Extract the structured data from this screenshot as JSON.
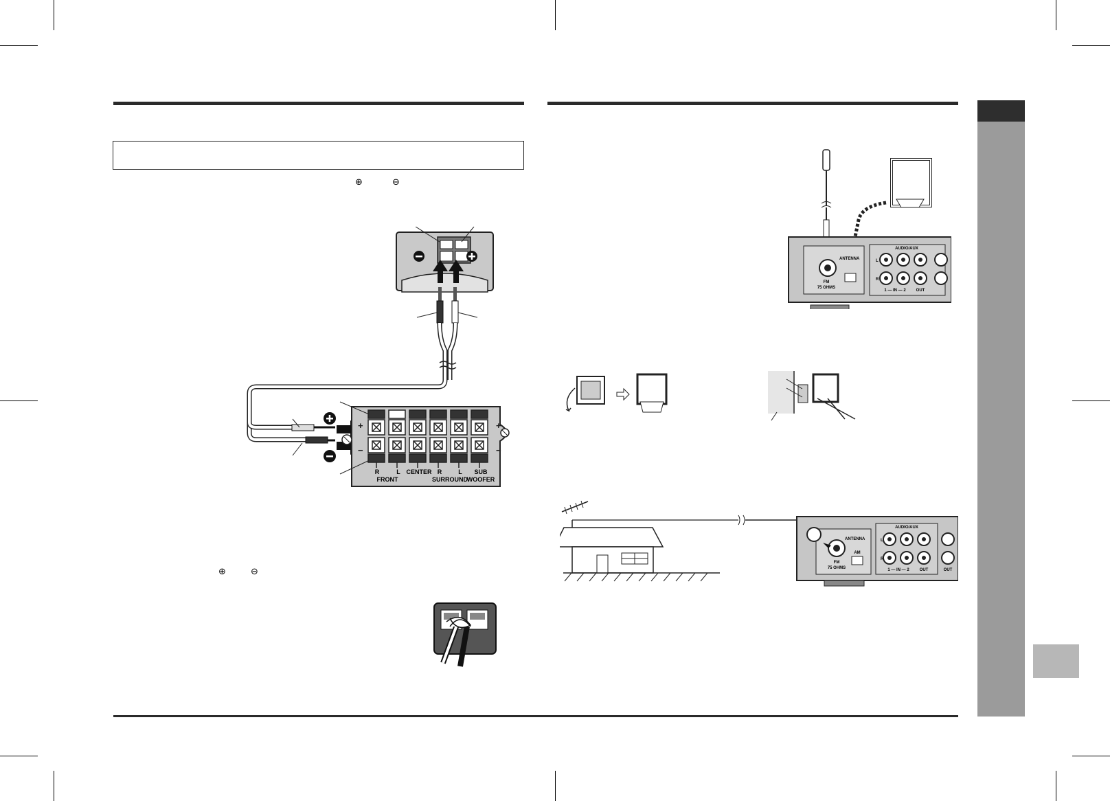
{
  "symbols": {
    "plus": "⊕",
    "minus": "⊖"
  },
  "speaker_terminal": {
    "channel_top": [
      "R",
      "L",
      "CENTER",
      "R",
      "L",
      "SUB"
    ],
    "group_bottom": [
      "FRONT",
      "SURROUND",
      "WOOFER"
    ]
  },
  "receiver_panel": {
    "audio_aux": "AUDIO/AUX",
    "antenna": "ANTENNA",
    "am": "AM",
    "fm": "FM",
    "ohms": "75 OHMS",
    "in_label": "1 — IN — 2",
    "out": "OUT",
    "side_l": "L",
    "side_r": "R"
  },
  "colors": {
    "rule": "#2a2a2a",
    "sidebar_dark": "#2e2e2e",
    "sidebar_grey": "#9b9b9b",
    "tab_grey": "#b7b7b7",
    "panel_grey": "#c8c8c8"
  }
}
